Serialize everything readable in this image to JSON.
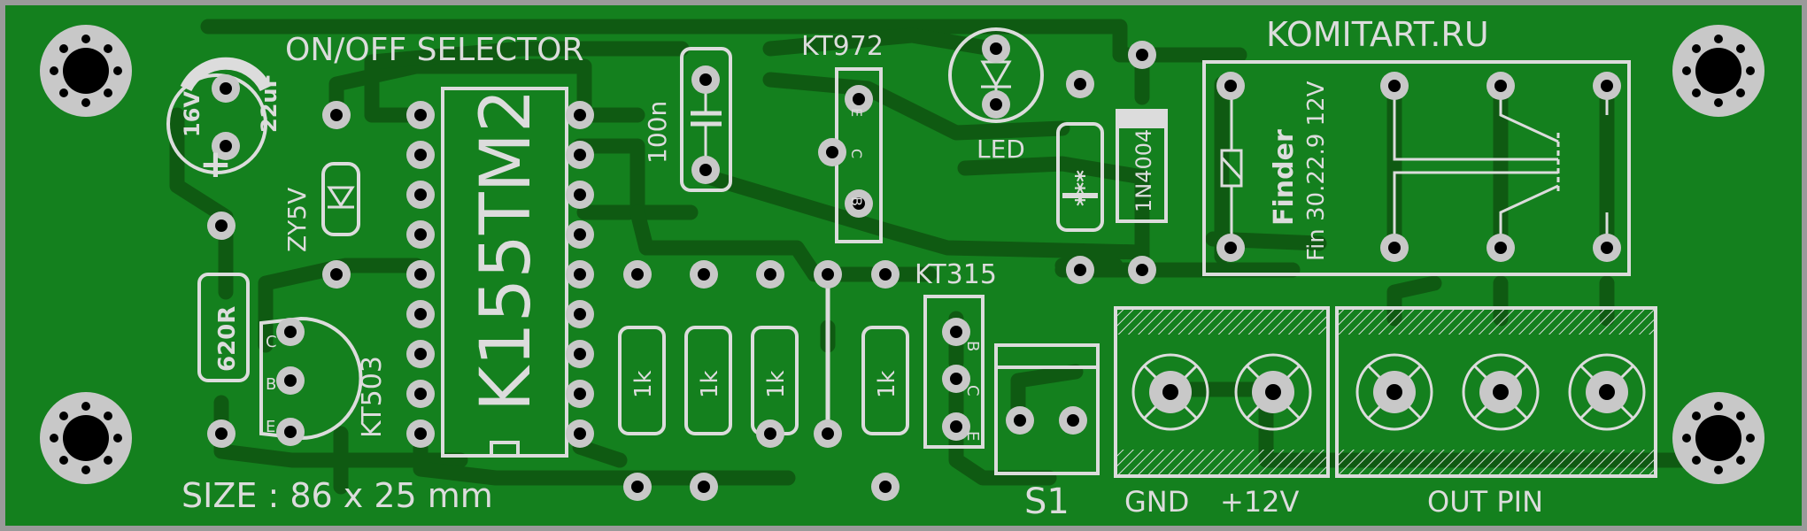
{
  "board": {
    "colors": {
      "pcb": "#14801e",
      "copper": "#0f5a12",
      "silk": "#dcdcdc",
      "pad": "#c8c8c8",
      "hole": "#000000",
      "frame": "#9a9a9a"
    }
  },
  "labels": {
    "title": "ON/OFF SELECTOR",
    "brand": "KOMITART.RU",
    "size": "SIZE : 86 x 25 mm",
    "ic": "K155TM2",
    "cap_electrolytic_v": "16V",
    "cap_electrolytic_c": "22uF",
    "plus": "+",
    "zener": "ZY5V",
    "resistor_620": "620R",
    "transistor_kt503": "KT503",
    "transistor_kt972": "KT972",
    "transistor_kt315": "KT315",
    "cap_100n": "100n",
    "led": "LED",
    "diode": "1N4004",
    "resistor_star": "***",
    "res_1k": "1k",
    "relay_brand": "Finder",
    "relay_model": "Fin 30.22.9 12V",
    "switch": "S1",
    "gnd": "GND",
    "v12": "+12V",
    "out": "OUT PIN",
    "pin_c": "C",
    "pin_b": "B",
    "pin_e": "E"
  }
}
